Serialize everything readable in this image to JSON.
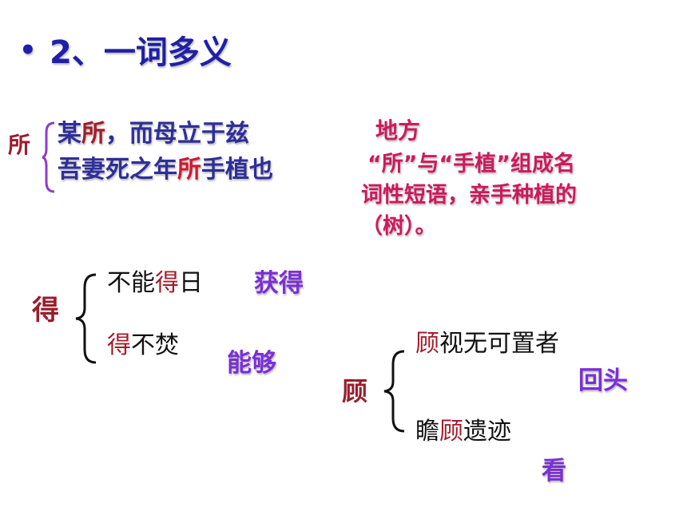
{
  "title": {
    "bullet": "•",
    "text": "2、一词多义"
  },
  "groups": {
    "suo": {
      "word": "所",
      "lines": [
        {
          "pre": "某",
          "hl": "所",
          "post": "，而母立于兹"
        },
        {
          "pre": "吾妻死之年",
          "hl": "所",
          "post": "手植也"
        }
      ],
      "meaning1": "地方",
      "meaning2": [
        "“所”与“手植”组成名",
        "词性短语，亲手种植的",
        "（树）。"
      ]
    },
    "de": {
      "word": "得",
      "lines": [
        {
          "pre": "不能",
          "hl": "得",
          "post": "日"
        },
        {
          "pre": "",
          "hl": "得",
          "post": "不焚"
        }
      ],
      "meanings": [
        "获得",
        "能够"
      ]
    },
    "gu": {
      "word": "顾",
      "lines": [
        {
          "pre": "",
          "hl": "顾",
          "post": "视无可置者"
        },
        {
          "pre": "瞻",
          "hl": "顾",
          "post": "遗迹"
        }
      ],
      "meanings": [
        "回头",
        "看"
      ]
    }
  },
  "colors": {
    "heading": "#1f1fa8",
    "keyword": "#9a1d2c",
    "sentence_blue": "#2e2e9a",
    "meaning_pink": "#cc1a5c",
    "meaning_purple": "#7a2fd6",
    "brace_purple": "#8e3cc8"
  }
}
